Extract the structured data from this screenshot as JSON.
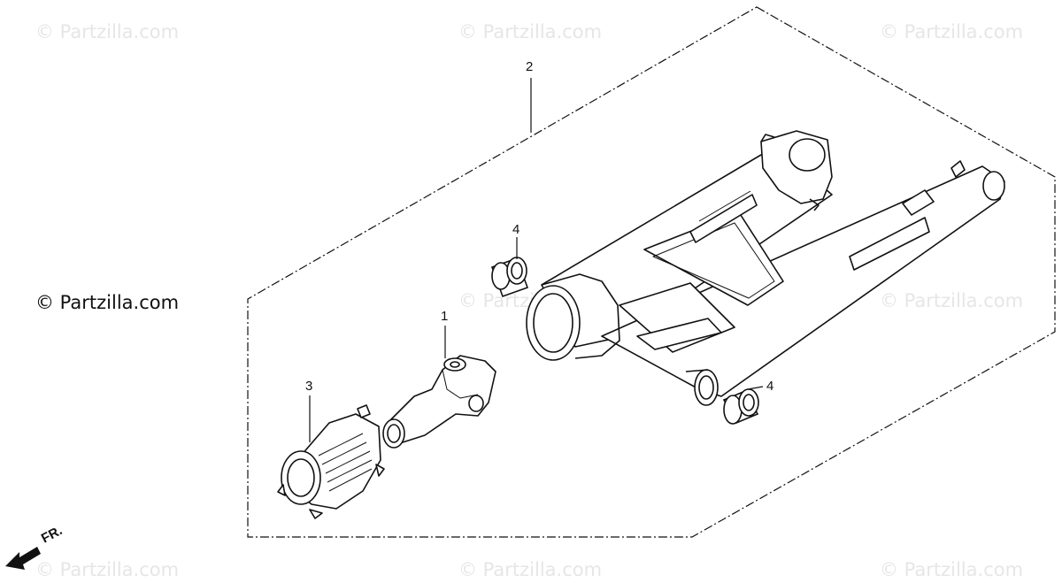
{
  "watermark": {
    "text": "© Partzilla.com",
    "main_text": "© Partzilla.com"
  },
  "callouts": {
    "part_1": "1",
    "part_2": "2",
    "part_3": "3",
    "part_4a": "4",
    "part_4b": "4"
  },
  "front_indicator": "FR.",
  "colors": {
    "line": "#111111",
    "watermark": "#e6e6e6",
    "background": "#ffffff"
  }
}
